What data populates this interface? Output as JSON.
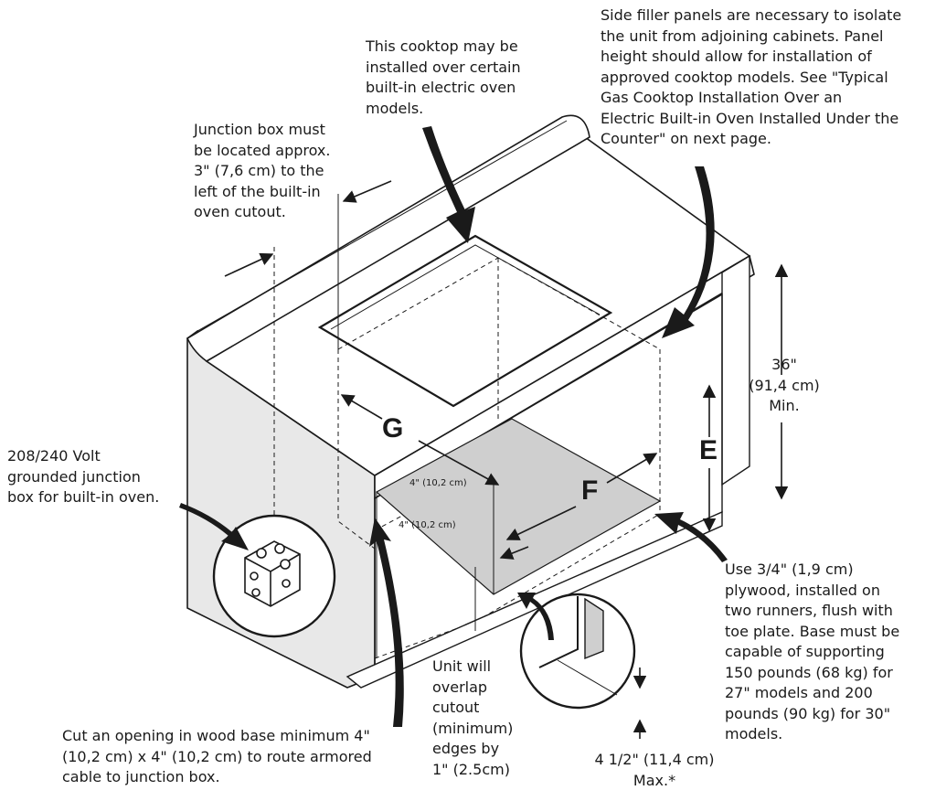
{
  "labels": {
    "cooktop_note": "This cooktop may be\ninstalled over certain\nbuilt-in electric oven\nmodels.",
    "side_filler_note": "Side filler panels are necessary to isolate\nthe unit from adjoining cabinets. Panel\nheight should allow for installation of\napproved cooktop models. See \"Typical\nGas Cooktop Installation Over an\nElectric Built-in Oven Installed Under the\nCounter\" on next page.",
    "junction_location_note": "Junction box must\nbe located approx.\n3\" (7,6 cm) to the\nleft of the built-in\noven cutout.",
    "height_dimension": "36\"\n(91,4 cm)\nMin.",
    "junction_box_note": "208/240 Volt\ngrounded junction\nbox for built-in oven.",
    "plywood_note": "Use 3/4\" (1,9 cm)\nplywood, installed on\ntwo runners, flush with\ntoe plate. Base must be\ncapable of supporting\n150 pounds (68 kg) for\n27\" models and 200\npounds (90 kg) for 30\"\nmodels.",
    "overlap_note": "Unit will\noverlap\ncutout\n(minimum)\nedges by\n1\" (2.5cm)",
    "opening_note": "Cut an opening in wood base minimum 4\"\n(10,2 cm) x 4\" (10,2 cm) to route armored\ncable to junction box.",
    "toe_dimension": "4 1/2\" (11,4 cm)\nMax.*",
    "letter_g": "G",
    "letter_f": "F",
    "letter_e": "E",
    "small_dim_1": "4\" (10,2 cm)",
    "small_dim_2": "4\" (10,2 cm)"
  },
  "colors": {
    "line": "#1a1a1a",
    "shade": "#cfcfcf",
    "side": "#e8e8e8",
    "fill": "#ffffff"
  }
}
